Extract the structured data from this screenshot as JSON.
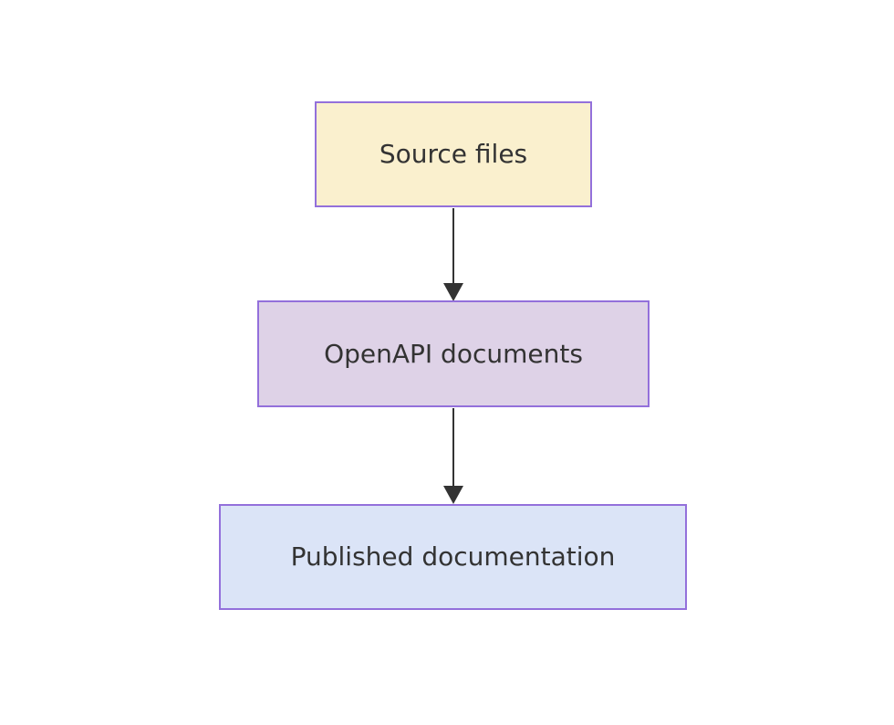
{
  "diagram": {
    "type": "flowchart",
    "direction": "top-down",
    "background_color": "#ffffff",
    "nodes": [
      {
        "id": "source-files",
        "label": "Source files",
        "fill": "#faf0ce",
        "border_color": "#9370db",
        "text_color": "#333333"
      },
      {
        "id": "openapi-documents",
        "label": "OpenAPI documents",
        "fill": "#ded2e7",
        "border_color": "#9370db",
        "text_color": "#333333"
      },
      {
        "id": "published-documentation",
        "label": "Published documentation",
        "fill": "#dbe4f7",
        "border_color": "#9370db",
        "text_color": "#333333"
      }
    ],
    "edges": [
      {
        "from": "Source files",
        "to": "OpenAPI documents",
        "color": "#333333"
      },
      {
        "from": "OpenAPI documents",
        "to": "Published documentation",
        "color": "#333333"
      }
    ]
  }
}
